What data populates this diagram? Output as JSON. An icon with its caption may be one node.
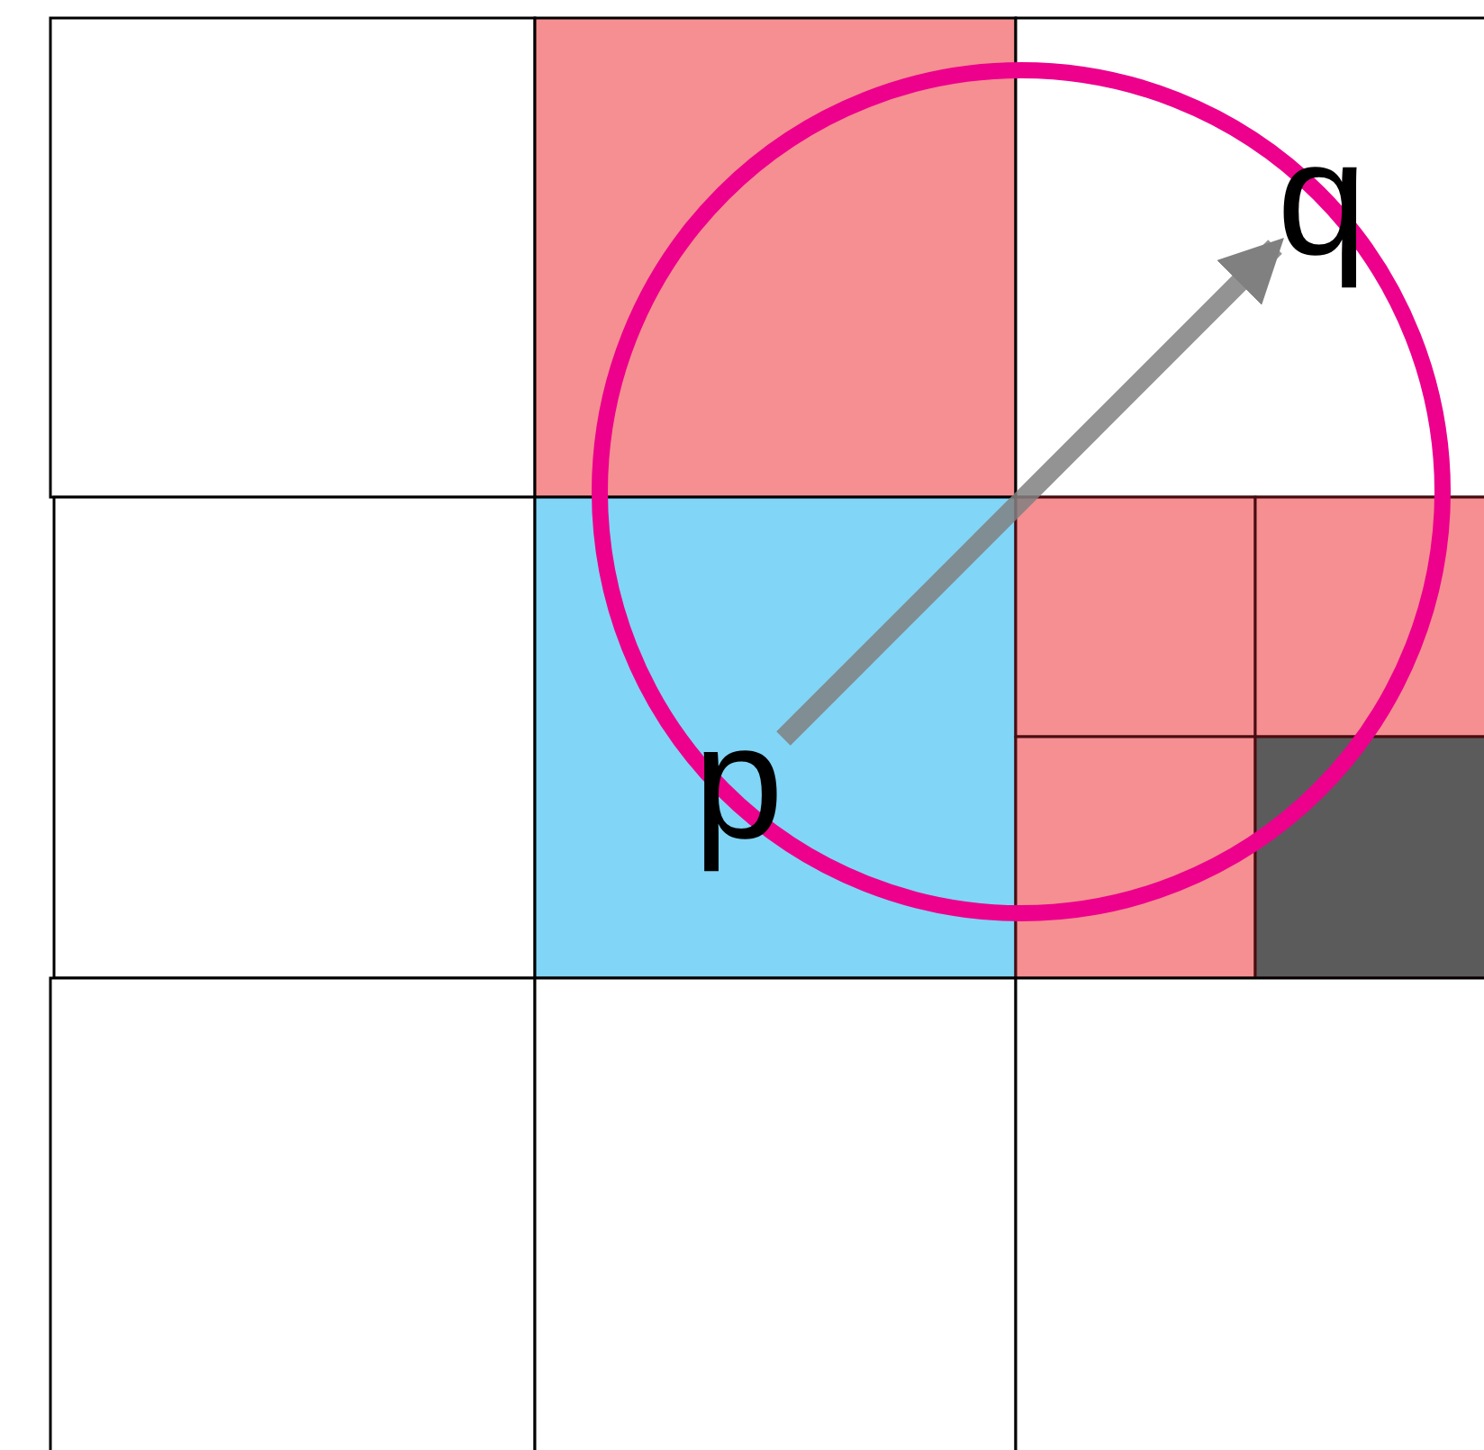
{
  "diagram": {
    "nodes": [
      {
        "text": [
          "p"
        ]
      },
      {
        "text": [
          "q"
        ]
      }
    ],
    "edges": [
      {
        "from": 0,
        "to": 1,
        "arrow": "to"
      }
    ]
  }
}
